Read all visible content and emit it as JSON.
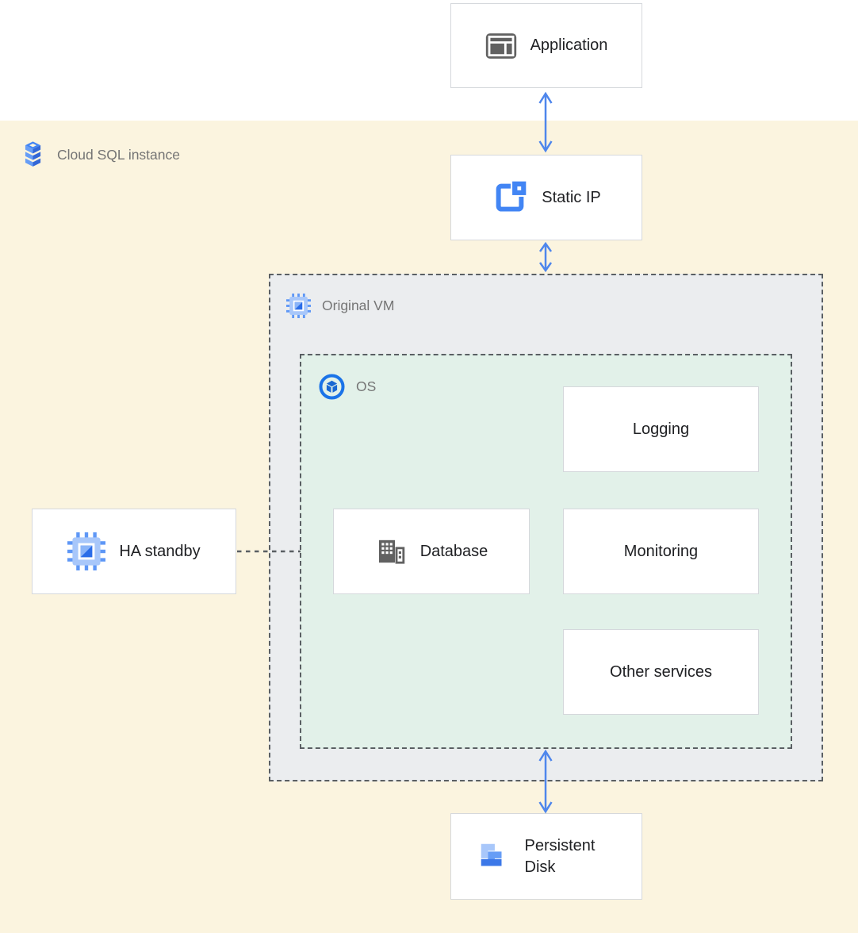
{
  "zone": {
    "label": "Cloud SQL instance"
  },
  "containers": {
    "original_vm": {
      "label": "Original VM"
    },
    "os": {
      "label": "OS"
    }
  },
  "nodes": {
    "application": {
      "label": "Application"
    },
    "static_ip": {
      "label": "Static IP"
    },
    "logging": {
      "label": "Logging"
    },
    "database": {
      "label": "Database"
    },
    "monitoring": {
      "label": "Monitoring"
    },
    "other_services": {
      "label": "Other services"
    },
    "ha_standby": {
      "label": "HA standby"
    },
    "persistent_disk": {
      "label": "Persistent Disk"
    }
  },
  "icons": {
    "zone": "cloud-sql-icon",
    "application": "web-app-icon",
    "static_ip": "external-ip-icon",
    "original_vm": "compute-engine-icon",
    "os": "os-icon",
    "database": "database-icon",
    "ha_standby": "compute-engine-icon",
    "persistent_disk": "persistent-disk-icon"
  },
  "connections": [
    {
      "from": "application",
      "to": "static_ip",
      "style": "double-arrow"
    },
    {
      "from": "static_ip",
      "to": "original_vm",
      "style": "double-arrow"
    },
    {
      "from": "os",
      "to": "persistent_disk",
      "style": "double-arrow"
    },
    {
      "from": "ha_standby",
      "to": "os",
      "style": "dashed-line"
    }
  ],
  "colors": {
    "zone_bg": "#FBF4DF",
    "vm_bg": "#EBEDEF",
    "os_bg": "#E2F1E9",
    "node_bg": "#FFFFFF",
    "node_border": "#D5D8DC",
    "dashed_border": "#5A5F63",
    "arrow_blue": "#4E86EC",
    "label_dark": "#202124",
    "label_gray": "#757575",
    "icon_gray": "#616161",
    "blue": "#4285F4",
    "blue_light": "#A8C7FA",
    "blue_mid": "#669DF6",
    "blue_dark": "#3367D6"
  }
}
